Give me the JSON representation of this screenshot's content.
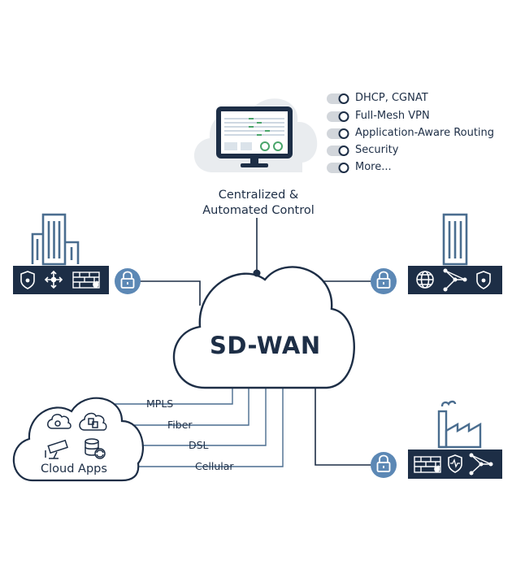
{
  "control": {
    "title_line1": "Centralized &",
    "title_line2": "Automated Control",
    "features": [
      "DHCP, CGNAT",
      "Full-Mesh VPN",
      "Application-Aware Routing",
      "Security",
      "More..."
    ]
  },
  "hub": {
    "label": "SD-WAN"
  },
  "cloud_apps": {
    "label": "Cloud Apps"
  },
  "transports": [
    "MPLS",
    "Fiber",
    "DSL",
    "Cellular"
  ],
  "colors": {
    "navy": "#1d2e46",
    "steel_blue": "#4a6d8f",
    "light_blue": "#5c88b5",
    "cloud_gray": "#e9ecef",
    "toggle_gray": "#d2d6db",
    "screen_green": "#4aa56b"
  }
}
